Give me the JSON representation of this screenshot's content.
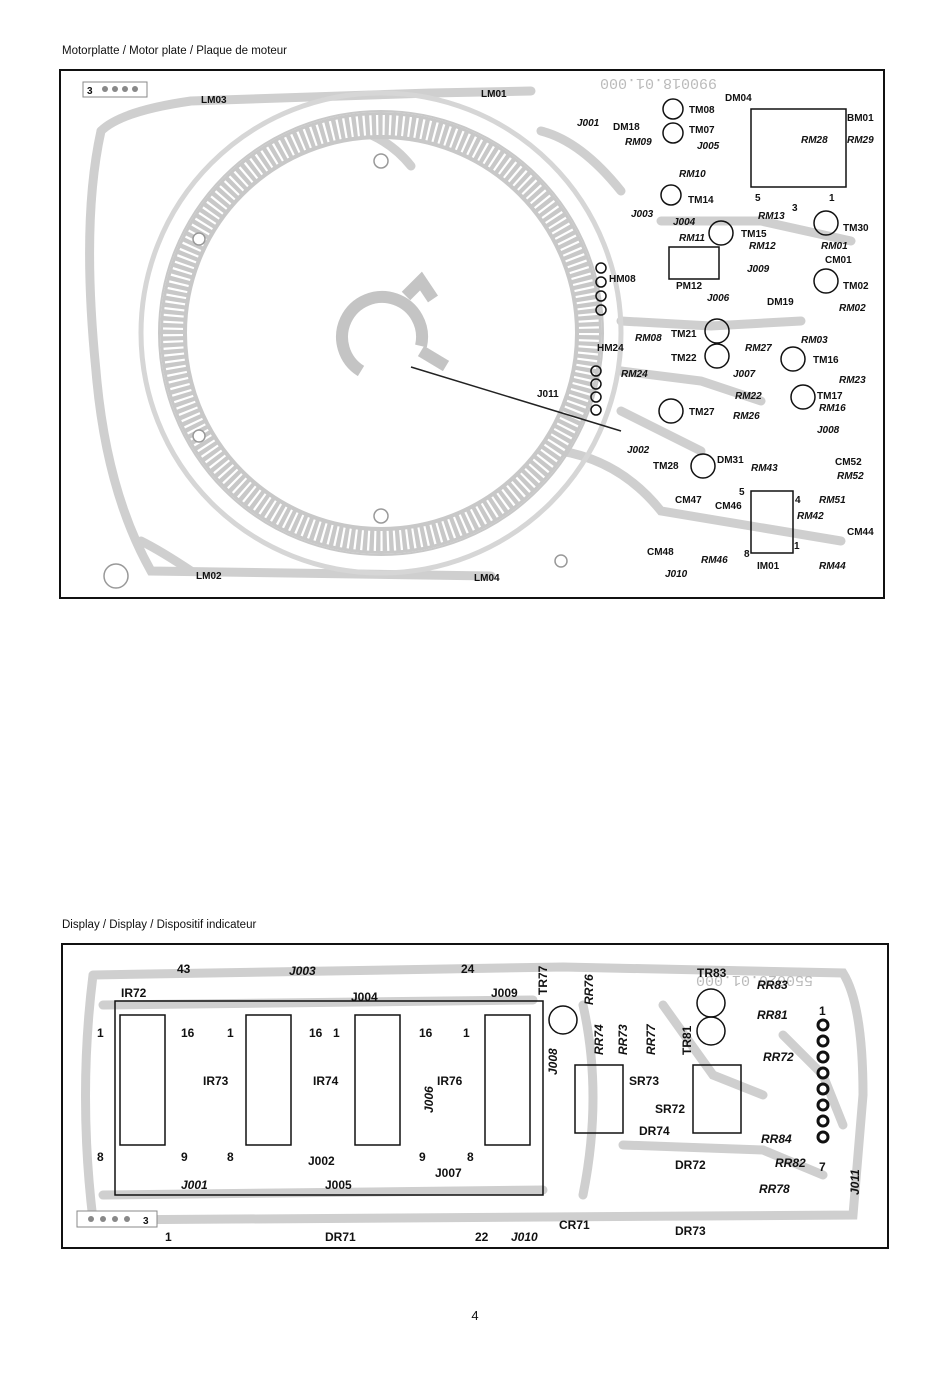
{
  "motor_caption": "Motorplatte / Motor plate / Plaque de moteur",
  "display_caption": "Display / Display / Dispositif indicateur",
  "page_number": "4",
  "motor": {
    "silk_number": "990018.01.000",
    "connector_pin": "3",
    "labels": [
      "LM03",
      "LM01",
      "LM02",
      "LM04",
      "DM04",
      "BM01",
      "RM28",
      "RM29",
      "J001",
      "DM18",
      "TM08",
      "TM07",
      "RM09",
      "J005",
      "RM10",
      "TM14",
      "J003",
      "J004",
      "RM13",
      "TM15",
      "TM30",
      "RM11",
      "RM12",
      "RM01",
      "CM01",
      "HM08",
      "PM12",
      "J009",
      "TM02",
      "J006",
      "DM19",
      "RM02",
      "RM08",
      "TM21",
      "RM03",
      "HM24",
      "TM22",
      "RM27",
      "TM16",
      "RM24",
      "J007",
      "RM23",
      "J011",
      "RM22",
      "TM17",
      "RM16",
      "TM27",
      "RM26",
      "J008",
      "J002",
      "DM31",
      "CM52",
      "TM28",
      "RM43",
      "RM52",
      "CM47",
      "CM46",
      "RM51",
      "CM48",
      "RM46",
      "RM42",
      "CM44",
      "J010",
      "IM01",
      "RM44"
    ],
    "pin_numbers": [
      "5",
      "3",
      "1",
      "4",
      "5",
      "8",
      "1"
    ]
  },
  "display": {
    "silk_number": "550020.01.000",
    "connector_pin": "3",
    "labels": [
      "IR72",
      "43",
      "J003",
      "24",
      "TR77",
      "RR76",
      "TR83",
      "RR83",
      "J004",
      "J009",
      "RR81",
      "IR73",
      "IR74",
      "J006",
      "IR76",
      "J008",
      "RR74",
      "RR73",
      "RR77",
      "TR81",
      "RR72",
      "SR73",
      "SR72",
      "J002",
      "DR74",
      "RR84",
      "J001",
      "J005",
      "J007",
      "DR72",
      "RR82",
      "RR78",
      "J011",
      "DR71",
      "22",
      "J010",
      "CR71",
      "DR73"
    ],
    "pin_numbers": [
      "1",
      "16",
      "1",
      "16",
      "1",
      "16",
      "1",
      "8",
      "9",
      "8",
      "9",
      "8",
      "1",
      "7",
      "1"
    ]
  }
}
